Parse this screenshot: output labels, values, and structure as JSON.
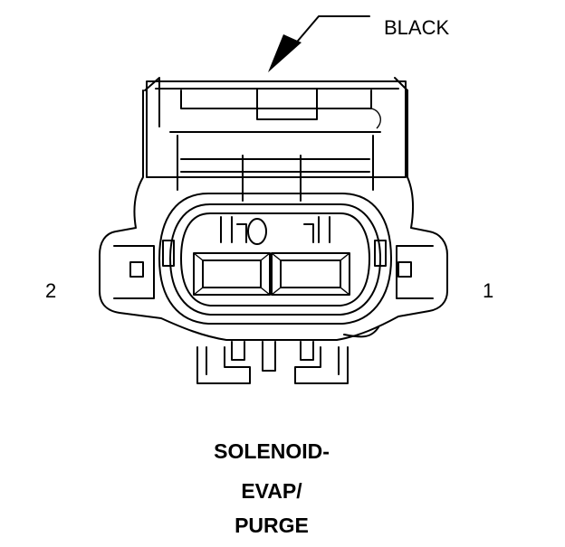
{
  "diagram": {
    "wire_color_label": "BLACK",
    "pin_left_label": "2",
    "pin_right_label": "1",
    "title_lines": [
      "SOLENOID-",
      "EVAP/",
      "PURGE"
    ]
  }
}
